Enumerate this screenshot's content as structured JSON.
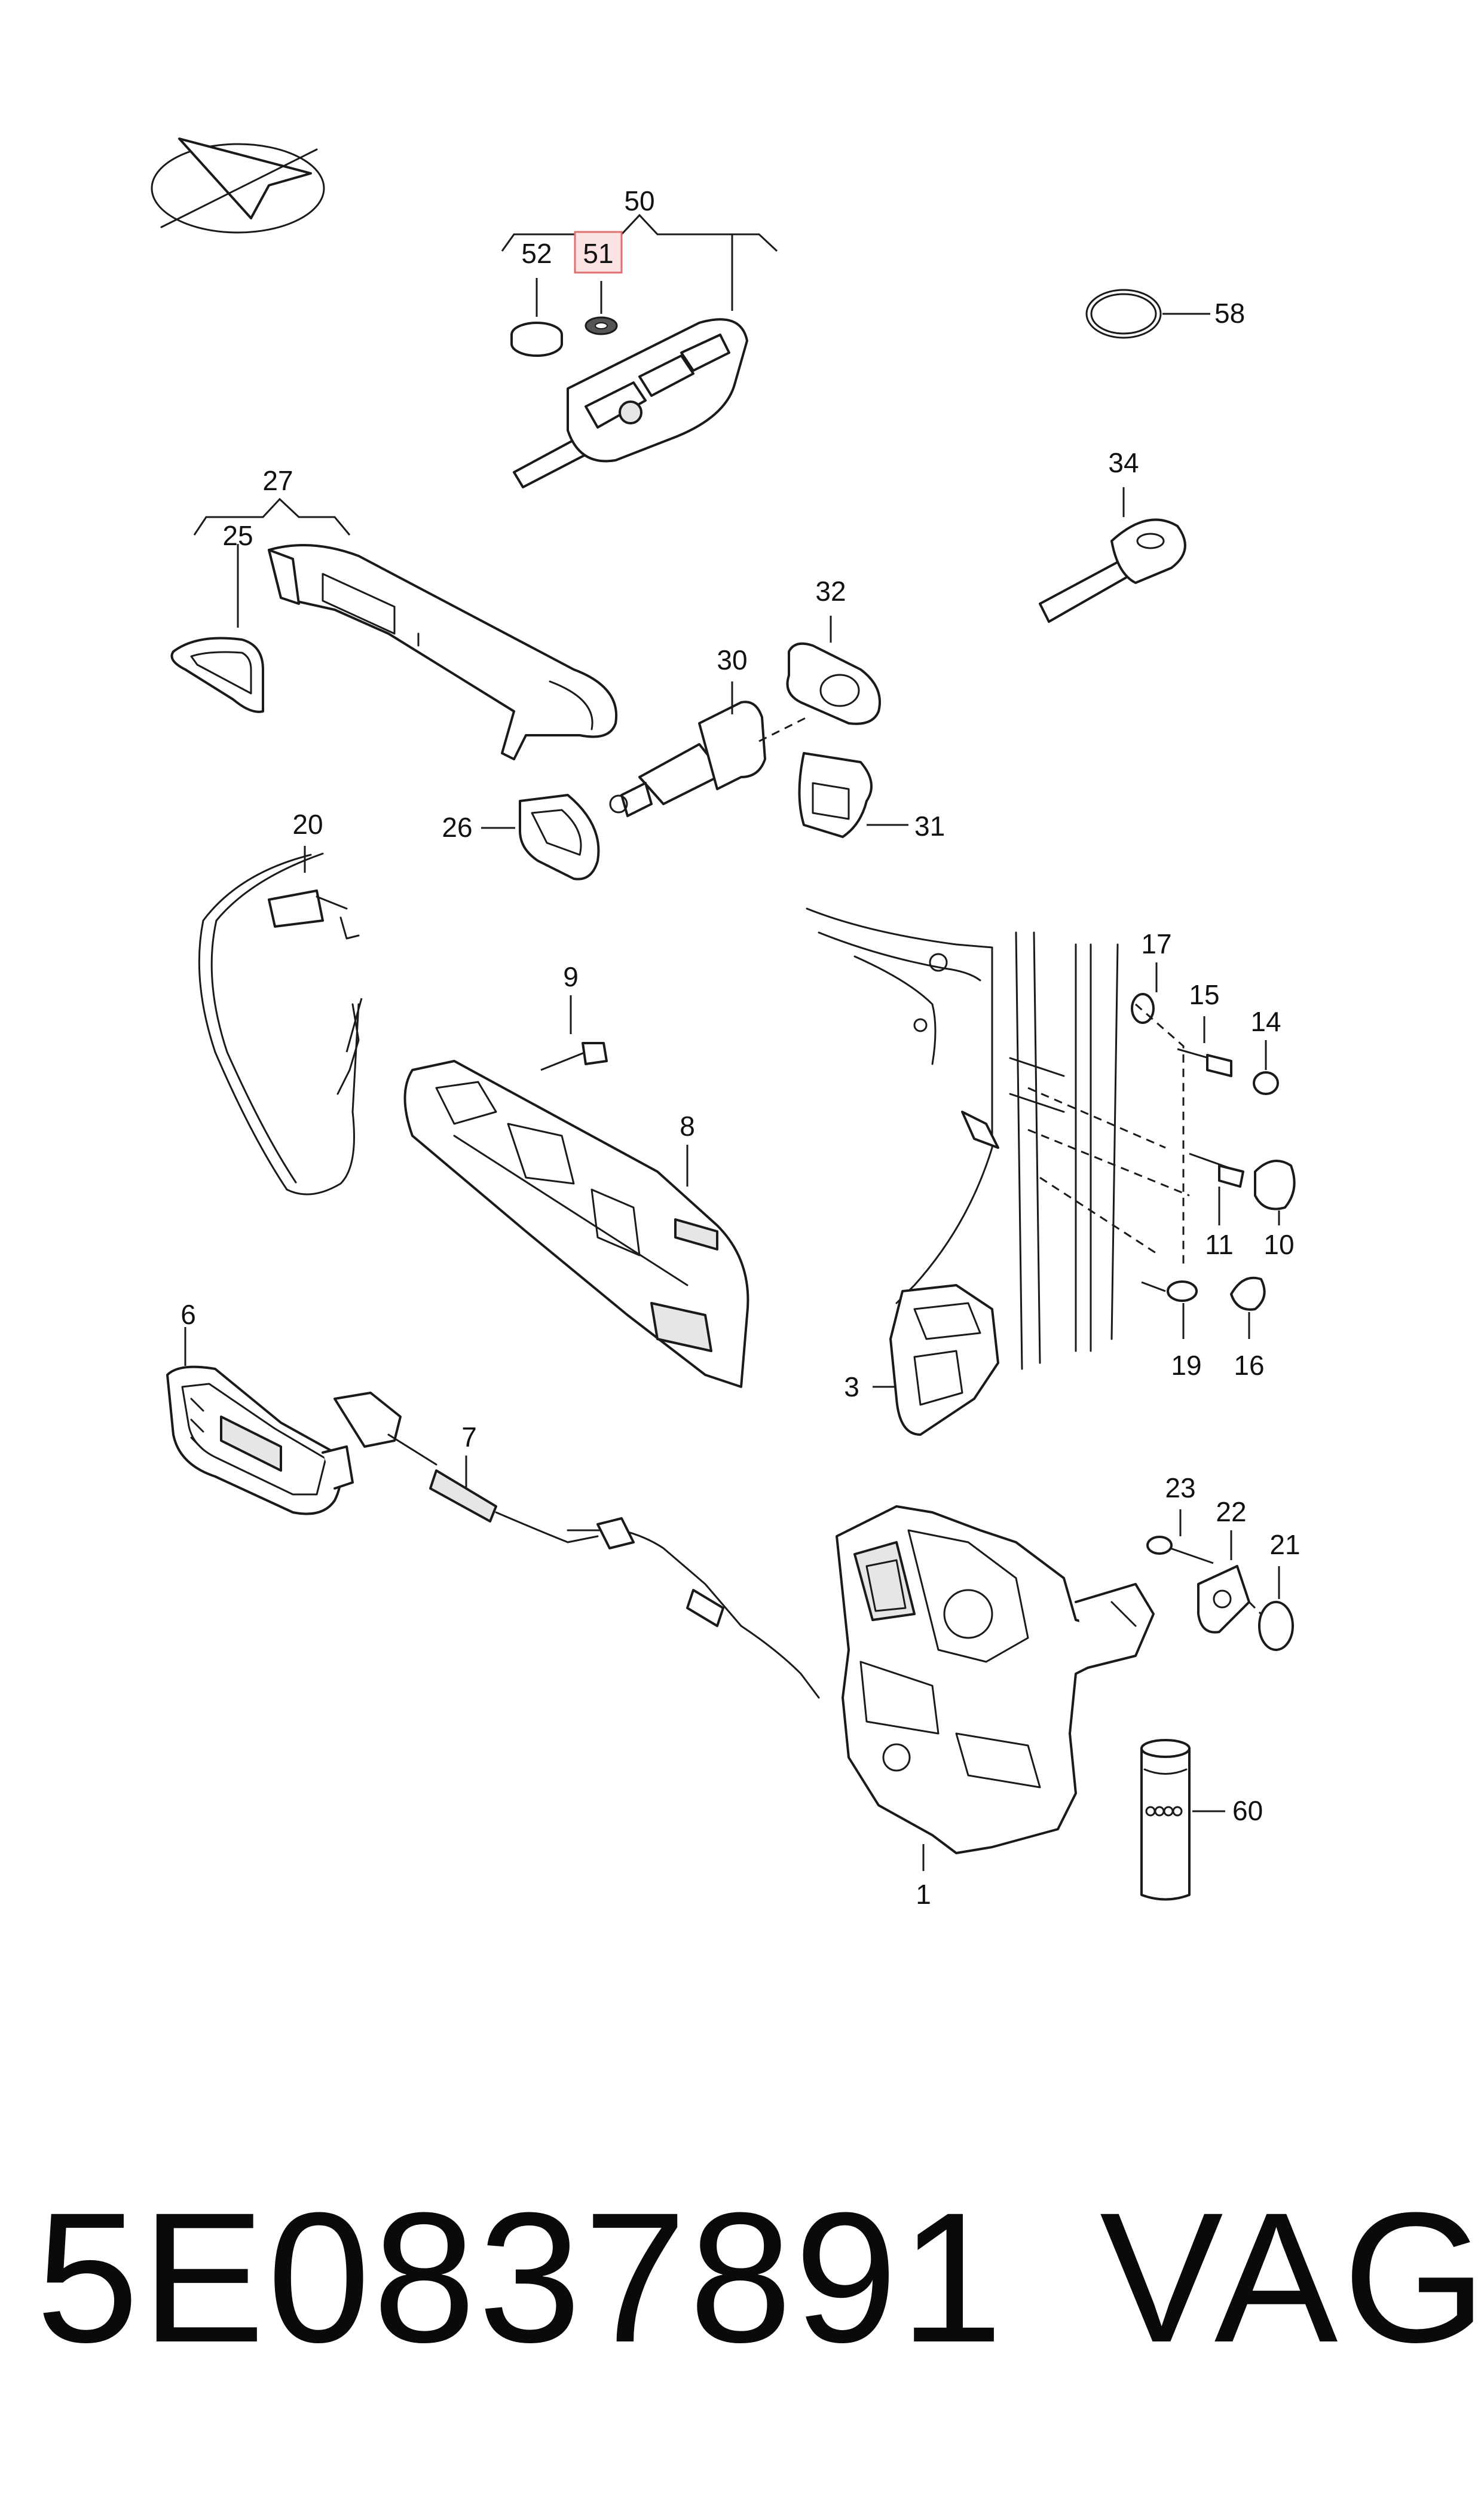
{
  "diagram": {
    "callouts": {
      "c50": "50",
      "c52": "52",
      "c51": "51",
      "c58": "58",
      "c27": "27",
      "c25": "25",
      "c34": "34",
      "c32": "32",
      "c30": "30",
      "c26": "26",
      "c31": "31",
      "c20": "20",
      "c17": "17",
      "c15": "15",
      "c14": "14",
      "c9": "9",
      "c8": "8",
      "c11": "11",
      "c10": "10",
      "c3": "3",
      "c19": "19",
      "c16": "16",
      "c6": "6",
      "c7": "7",
      "c23": "23",
      "c22": "22",
      "c21": "21",
      "c60": "60",
      "c1": "1"
    },
    "highlighted_callout": "51",
    "highlight_color": "#fbe3e3"
  },
  "footer": {
    "part_number": "5E0837891",
    "brand": "VAG"
  }
}
